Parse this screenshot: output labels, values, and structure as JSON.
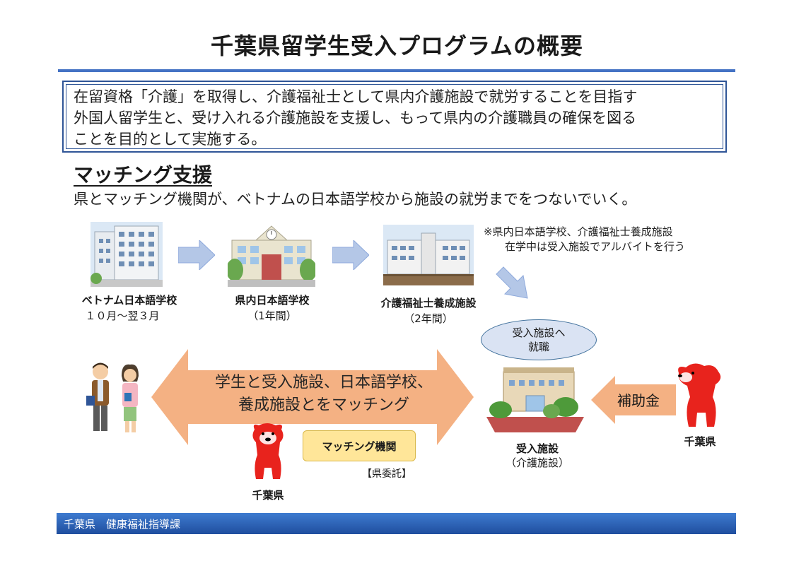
{
  "title": "千葉県留学生受入プログラムの概要",
  "intro": {
    "lines": [
      "在留資格「介護」を取得し、介護福祉士として県内介護施設で就労することを目指す",
      "外国人留学生と、受け入れる介護施設を支援し、もって県内の介護職員の確保を図る",
      "ことを目的として実施する。"
    ]
  },
  "section": {
    "heading": "マッチング支援",
    "description": "県とマッチング機関が、ベトナムの日本語学校から施設の就労までをつないでいく。"
  },
  "flow": [
    {
      "label": "ベトナム日本語学校",
      "sub": "１０月～翌３月"
    },
    {
      "label": "県内日本語学校",
      "sub": "（1年間）"
    },
    {
      "label": "介護福祉士養成施設",
      "sub": "（2年間）"
    }
  ],
  "note": {
    "line1": "※県内日本語学校、介護福祉士養成施設",
    "line2": "在学中は受入施設でアルバイトを行う"
  },
  "employment_bubble": {
    "line1": "受入施設へ",
    "line2": "就職"
  },
  "matching_arrow": {
    "line1": "学生と受入施設、日本語学校、",
    "line2": "養成施設とをマッチング"
  },
  "matching_org": {
    "label": "マッチング機関",
    "note": "【県委託】"
  },
  "prefecture_label": "千葉県",
  "facility": {
    "label": "受入施設",
    "sub": "（介護施設）"
  },
  "subsidy": {
    "label": "補助金",
    "from": "千葉県"
  },
  "footer": {
    "text": "千葉県　健康福祉指導課"
  },
  "colors": {
    "accent": "#4472c4",
    "arrow": "#f4b183",
    "flow_arrow": "#b4c7e7",
    "mascot": "#e8231d",
    "match_box": "#ffe699"
  }
}
